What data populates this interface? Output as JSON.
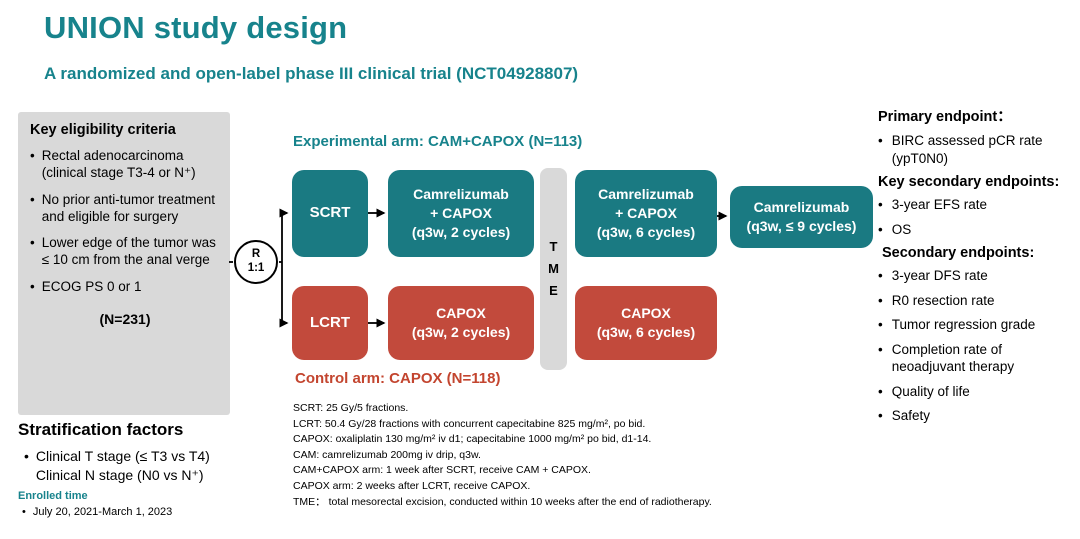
{
  "title": "UNION study design",
  "subtitle": "A randomized and open-label phase III clinical trial (NCT04928807)",
  "colors": {
    "teal_text": "#17838c",
    "teal_box": "#1a7a82",
    "red_box": "#c24a3c",
    "red_text": "#c3452f",
    "panel_gray": "#d9d9d9"
  },
  "eligibility": {
    "heading": "Key eligibility criteria",
    "items": [
      "Rectal adenocarcinoma (clinical stage T3-4 or N⁺)",
      "No prior anti-tumor treatment and eligible for surgery",
      "Lower edge of the tumor was ≤ 10 cm from the anal verge",
      "ECOG PS 0 or 1"
    ],
    "n": "(N=231)"
  },
  "stratification": {
    "heading": "Stratification factors",
    "items": [
      "Clinical T stage (≤ T3 vs T4)",
      "Clinical N stage (N0 vs N⁺)"
    ]
  },
  "enrolled": {
    "heading": "Enrolled time",
    "items": [
      "July 20, 2021-March 1, 2023"
    ]
  },
  "diagram": {
    "experimental_label": "Experimental arm: CAM+CAPOX (N=113)",
    "control_label": "Control arm: CAPOX (N=118)",
    "randomization": {
      "letter": "R",
      "ratio": "1:1"
    },
    "tme_label": "T\nM\nE",
    "boxes": {
      "scrt": "SCRT",
      "cam_capox_2": "Camrelizumab\n+ CAPOX\n(q3w, 2 cycles)",
      "cam_capox_6": "Camrelizumab\n+ CAPOX\n(q3w, 6 cycles)",
      "cam_maintenance": "Camrelizumab\n(q3w, ≤ 9 cycles)",
      "lcrt": "LCRT",
      "capox_2": "CAPOX\n(q3w, 2 cycles)",
      "capox_6": "CAPOX\n(q3w, 6 cycles)"
    }
  },
  "footnotes": [
    "SCRT: 25 Gy/5 fractions.",
    "LCRT: 50.4 Gy/28 fractions with concurrent capecitabine 825 mg/m², po bid.",
    "CAPOX: oxaliplatin 130 mg/m² iv d1; capecitabine 1000 mg/m² po bid, d1-14.",
    "CAM: camrelizumab 200mg iv drip, q3w.",
    "CAM+CAPOX arm: 1 week after SCRT, receive CAM + CAPOX.",
    "CAPOX arm: 2 weeks after LCRT, receive CAPOX.",
    "TME： total mesorectal excision, conducted within 10 weeks after the end of radiotherapy."
  ],
  "endpoints": {
    "sections": [
      {
        "heading": "Primary endpoint：",
        "items": [
          "BIRC assessed pCR rate (ypT0N0)"
        ]
      },
      {
        "heading": "Key secondary endpoints:",
        "items": [
          "3-year EFS rate",
          "OS"
        ]
      },
      {
        "heading": "Secondary endpoints:",
        "items": [
          "3-year DFS rate",
          "R0 resection rate",
          "Tumor regression grade",
          "Completion rate of neoadjuvant therapy",
          "Quality of life",
          "Safety"
        ]
      }
    ]
  }
}
